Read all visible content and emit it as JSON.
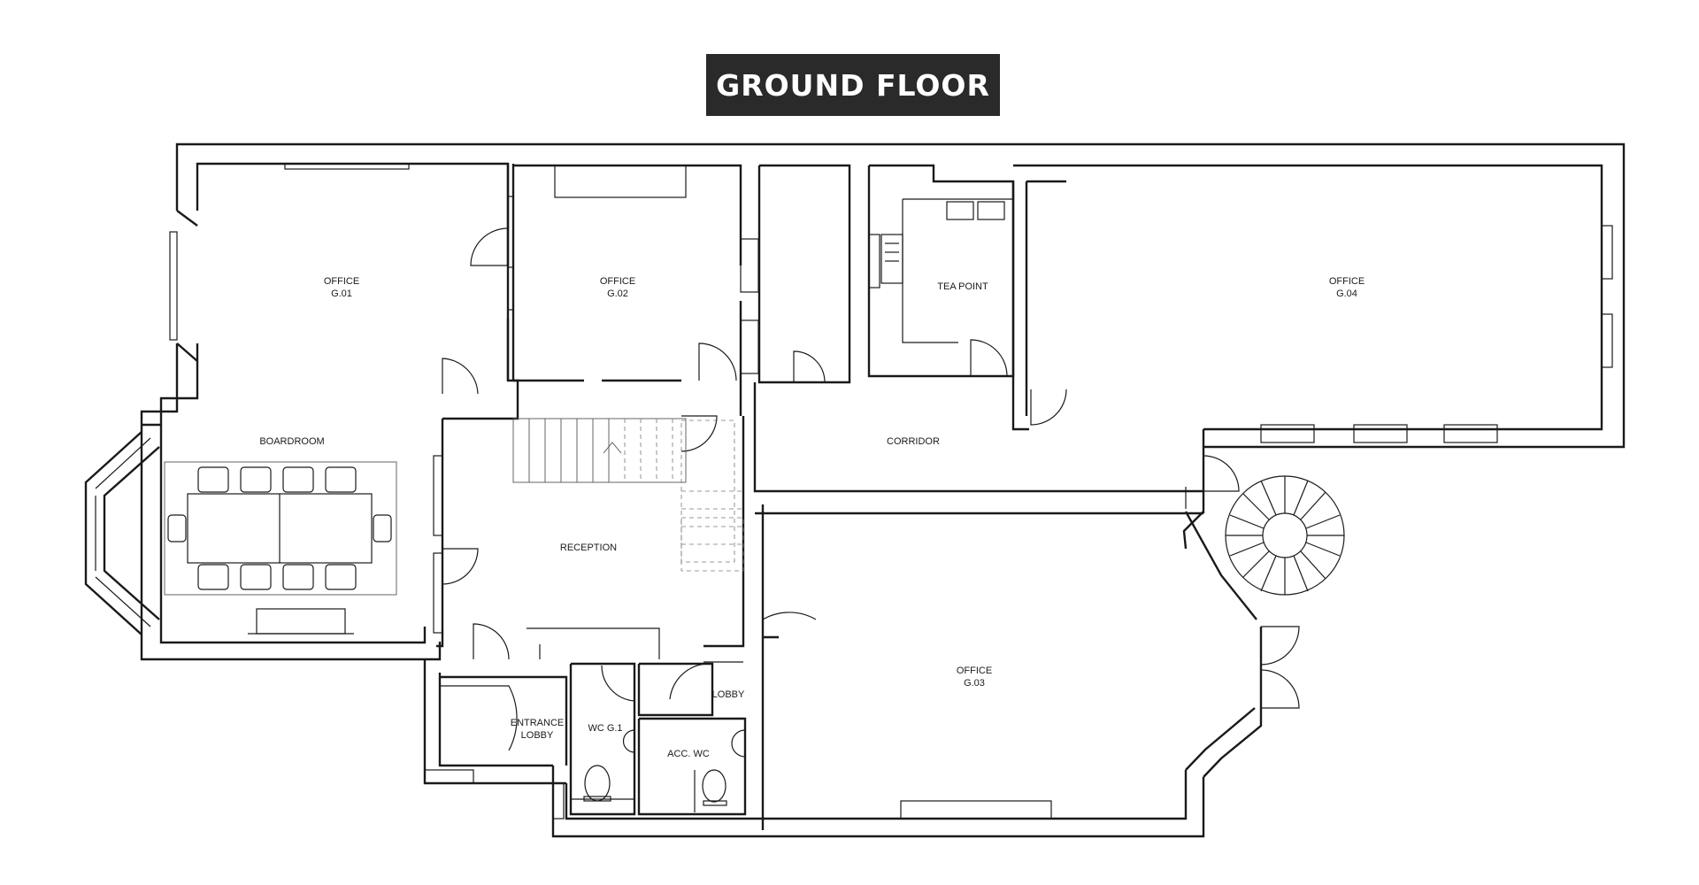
{
  "title": "GROUND FLOOR",
  "rooms": [
    {
      "name": "OFFICE",
      "code": "G.01"
    },
    {
      "name": "OFFICE",
      "code": "G.02"
    },
    {
      "name": "TEA POINT",
      "code": ""
    },
    {
      "name": "OFFICE",
      "code": "G.04"
    },
    {
      "name": "BOARDROOM",
      "code": ""
    },
    {
      "name": "CORRIDOR",
      "code": ""
    },
    {
      "name": "RECEPTION",
      "code": ""
    },
    {
      "name": "OFFICE",
      "code": "G.03"
    },
    {
      "name": "LOBBY",
      "code": ""
    },
    {
      "name": "ENTRANCE",
      "code": "LOBBY"
    },
    {
      "name": "WC G.1",
      "code": ""
    },
    {
      "name": "ACC. WC",
      "code": ""
    }
  ]
}
